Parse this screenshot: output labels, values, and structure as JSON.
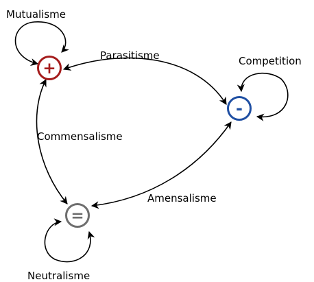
{
  "nodes": [
    {
      "id": "plus",
      "symbol": "+",
      "color": "#a51c1c"
    },
    {
      "id": "minus",
      "symbol": "-",
      "color": "#1f4fa3"
    },
    {
      "id": "equal",
      "symbol": "=",
      "color": "#6e6e6e"
    }
  ],
  "relations": {
    "mutualisme": "Mutualisme",
    "parasitisme": "Parasitisme",
    "competition": "Competition",
    "commensalisme": "Commensalisme",
    "amensalisme": "Amensalisme",
    "neutralisme": "Neutralisme"
  },
  "edges": [
    {
      "from": "plus",
      "to": "plus",
      "relation": "Mutualisme"
    },
    {
      "from": "minus",
      "to": "plus",
      "relation": "Parasitisme"
    },
    {
      "from": "minus",
      "to": "minus",
      "relation": "Competition"
    },
    {
      "from": "plus",
      "to": "equal",
      "relation": "Commensalisme"
    },
    {
      "from": "minus",
      "to": "equal",
      "relation": "Amensalisme"
    },
    {
      "from": "equal",
      "to": "equal",
      "relation": "Neutralisme"
    }
  ]
}
